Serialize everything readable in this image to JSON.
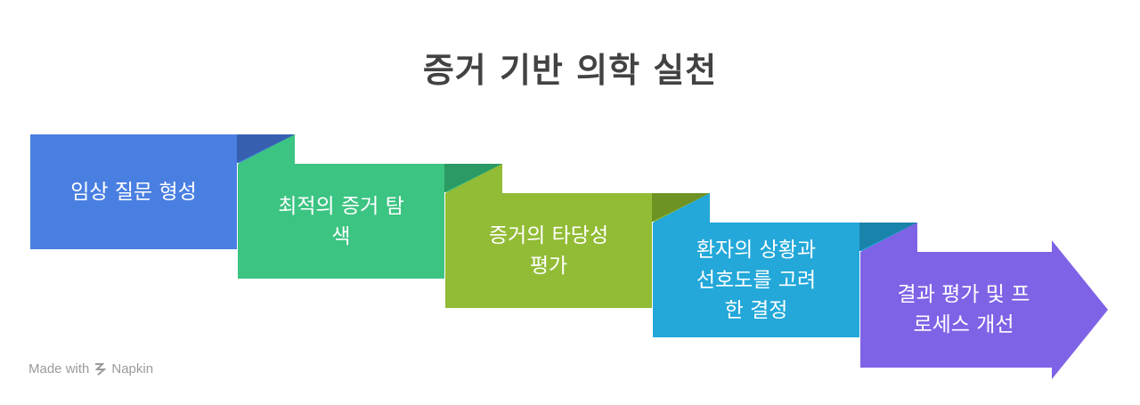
{
  "title": "증거 기반 의학 실천",
  "steps": [
    {
      "label": "임상 질문 형성",
      "color": "#4a7fe2"
    },
    {
      "label": "최적의 증거 탐\n색",
      "color": "#3cc482"
    },
    {
      "label": "증거의 타당성\n평가",
      "color": "#92bc35"
    },
    {
      "label": "환자의 상황과\n선호도를 고려\n한 결정",
      "color": "#23a8d9"
    },
    {
      "label": "결과 평가 및 프\n로세스 개선",
      "color": "#7f63e6"
    }
  ],
  "watermark": {
    "prefix": "Made with",
    "brand": "Napkin",
    "logo": "napkin-logo-icon"
  }
}
